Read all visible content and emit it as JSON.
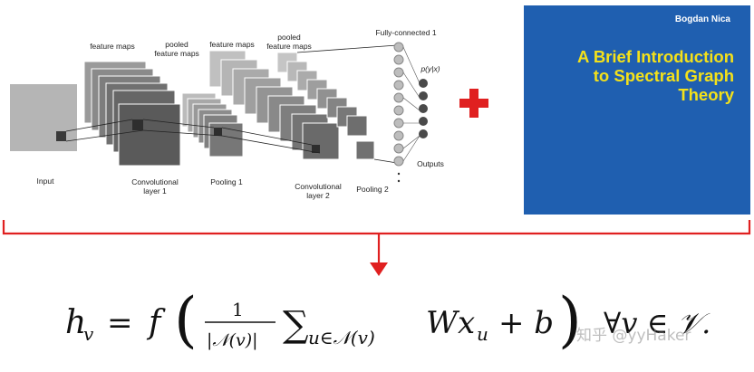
{
  "cnn": {
    "input_label": "Input",
    "feature_maps_1": "feature maps",
    "pooled_1": "pooled\nfeature maps",
    "feature_maps_2": "feature maps",
    "pooled_2": "pooled\nfeature maps",
    "fully_connected": "Fully-connected 1",
    "prob_label": "p(y|x)",
    "outputs_label": "Outputs",
    "conv1_label": "Convolutional\nlayer 1",
    "pool1_label": "Pooling 1",
    "conv2_label": "Convolutional\nlayer 2",
    "pool2_label": "Pooling 2"
  },
  "book": {
    "author": "Bogdan Nica",
    "title": "A Brief Introduction\nto Spectral Graph\nTheory",
    "bg_color": "#1f5fb0",
    "title_color": "#f4e11a"
  },
  "plus_icon": "red-plus-icon",
  "formula": {
    "h": "h",
    "sub_v": "v",
    "eq": "=",
    "f": "f",
    "one": "1",
    "denom": "|𝒩(v)|",
    "sum": "∑",
    "sum_sub": "u∈𝒩(v)",
    "wx": "Wx",
    "sub_u": "u",
    "plus_b": "+ b",
    "forall": "∀v ∈ 𝒱."
  },
  "watermark": "知乎 @yyHaker",
  "accent_color": "#e02020"
}
